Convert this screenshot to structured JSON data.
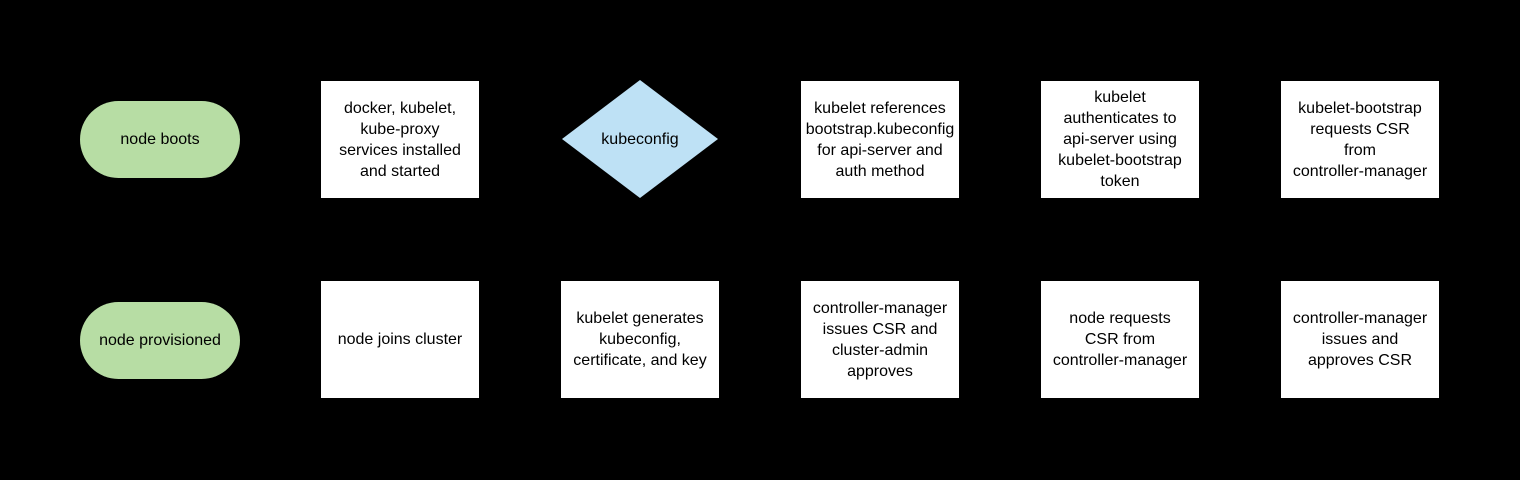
{
  "diagram": {
    "description": "Kubernetes node bootstrap flowchart",
    "background_color": "#000000",
    "colors": {
      "terminator_fill": "#b7dda4",
      "decision_fill": "#bee1f5",
      "process_fill": "#ffffff",
      "text": "#000000"
    },
    "nodes": [
      {
        "id": "node-boots",
        "shape": "terminator",
        "row": 1,
        "col": 1,
        "label": "node boots"
      },
      {
        "id": "services-installed",
        "shape": "process",
        "row": 1,
        "col": 2,
        "label": "docker, kubelet,\nkube-proxy\nservices installed\nand started"
      },
      {
        "id": "kubeconfig-decision",
        "shape": "decision",
        "row": 1,
        "col": 3,
        "label": "kubeconfig"
      },
      {
        "id": "references-bootstrap",
        "shape": "process",
        "row": 1,
        "col": 4,
        "label": "kubelet references\nbootstrap.kubeconfig\nfor api-server and\nauth method"
      },
      {
        "id": "authenticates-token",
        "shape": "process",
        "row": 1,
        "col": 5,
        "label": "kubelet\nauthenticates to\napi-server using\nkubelet-bootstrap\ntoken"
      },
      {
        "id": "bootstrap-requests-csr",
        "shape": "process",
        "row": 1,
        "col": 6,
        "label": "kubelet-bootstrap\nrequests CSR\nfrom\ncontroller-manager"
      },
      {
        "id": "node-provisioned",
        "shape": "terminator",
        "row": 2,
        "col": 1,
        "label": "node provisioned"
      },
      {
        "id": "node-joins-cluster",
        "shape": "process",
        "row": 2,
        "col": 2,
        "label": "node joins cluster"
      },
      {
        "id": "kubelet-generates",
        "shape": "process",
        "row": 2,
        "col": 3,
        "label": "kubelet generates\nkubeconfig,\ncertificate, and key"
      },
      {
        "id": "cm-issues-admin-approves",
        "shape": "process",
        "row": 2,
        "col": 4,
        "label": "controller-manager\nissues CSR and\ncluster-admin\napproves"
      },
      {
        "id": "node-requests-csr",
        "shape": "process",
        "row": 2,
        "col": 5,
        "label": "node requests\nCSR from\ncontroller-manager"
      },
      {
        "id": "cm-issues-approves",
        "shape": "process",
        "row": 2,
        "col": 6,
        "label": "controller-manager\nissues and\napproves CSR"
      }
    ]
  }
}
